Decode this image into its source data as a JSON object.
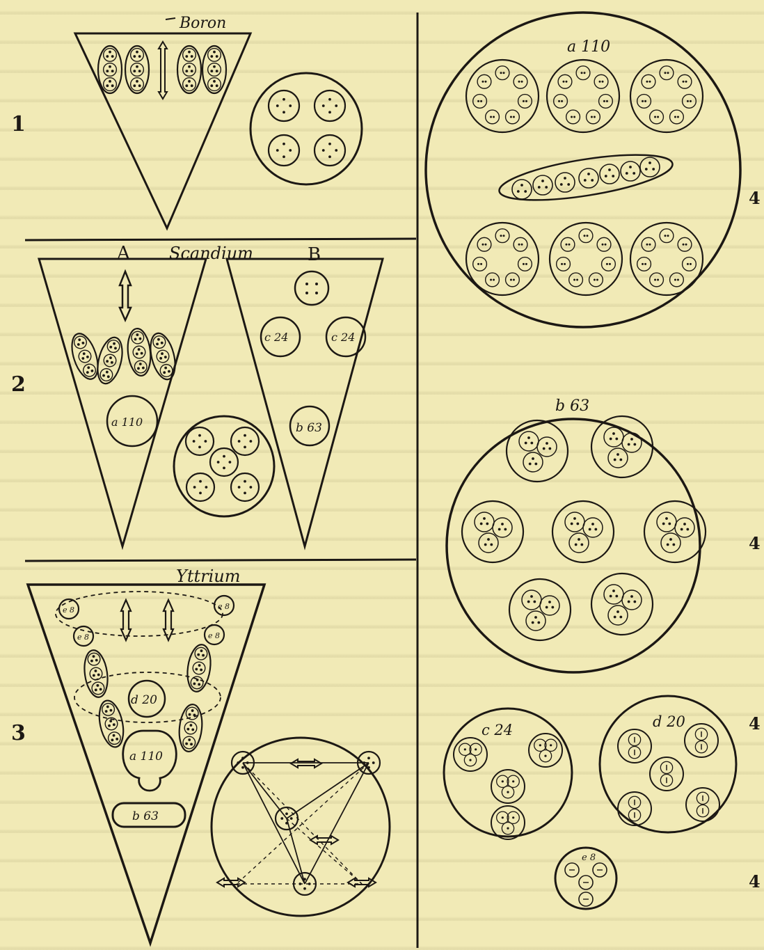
{
  "panels": {
    "boron": {
      "title": "Boron",
      "row_number": "1"
    },
    "scandium": {
      "title": "Scandium",
      "left_tag": "A",
      "right_tag": "B",
      "row_number": "2",
      "labels": {
        "a": "a 110",
        "b": "b 63",
        "c1": "c 24",
        "c2": "c 24"
      }
    },
    "yttrium": {
      "title": "Yttrium",
      "row_number": "3",
      "labels": {
        "a": "a 110",
        "b": "b 63",
        "d": "d 20",
        "e1": "e 8",
        "e2": "e 8",
        "e3": "e 8",
        "e4": "e 8"
      }
    }
  },
  "right_column": {
    "a_label": "a 110",
    "b_label": "b 63",
    "c_label": "c 24",
    "d_label": "d 20",
    "e_label": "e 8",
    "markers": [
      "4",
      "4",
      "4",
      "4"
    ]
  },
  "colors": {
    "ink": "#1c1814",
    "paper": "#f1eab6"
  }
}
